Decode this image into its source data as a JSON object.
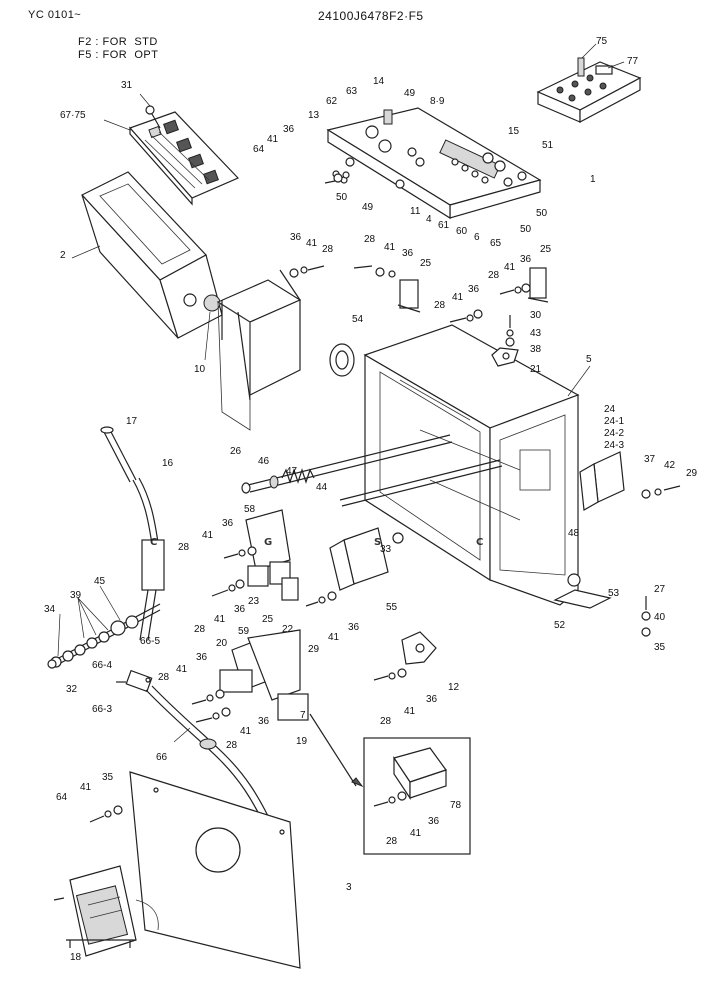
{
  "header": {
    "left": "YC 0101~",
    "center": "24100J6478F2·F5"
  },
  "notes": [
    "F2 : FOR  STD",
    "F5 : FOR  OPT"
  ],
  "watermark": {
    "letters": [
      "C",
      "G",
      "S",
      "C"
    ],
    "colors": [
      "#5b8df5",
      "#ef5a4a",
      "#f4d03f",
      "#3fae7a"
    ]
  },
  "callouts": [
    {
      "id": "c75a",
      "label": "75"
    },
    {
      "id": "c77",
      "label": "77"
    },
    {
      "id": "c31",
      "label": "31"
    },
    {
      "id": "c6775",
      "label": "67·75"
    },
    {
      "id": "c14",
      "label": "14"
    },
    {
      "id": "c63",
      "label": "63"
    },
    {
      "id": "c62",
      "label": "62"
    },
    {
      "id": "c49a",
      "label": "49"
    },
    {
      "id": "c89",
      "label": "8·9"
    },
    {
      "id": "c13",
      "label": "13"
    },
    {
      "id": "c41a",
      "label": "41"
    },
    {
      "id": "c36a",
      "label": "36"
    },
    {
      "id": "c64a",
      "label": "64"
    },
    {
      "id": "c15",
      "label": "15"
    },
    {
      "id": "c51",
      "label": "51"
    },
    {
      "id": "c1",
      "label": "1"
    },
    {
      "id": "c50a",
      "label": "50"
    },
    {
      "id": "c49b",
      "label": "49"
    },
    {
      "id": "c11",
      "label": "11"
    },
    {
      "id": "c4",
      "label": "4"
    },
    {
      "id": "c61",
      "label": "61"
    },
    {
      "id": "c60",
      "label": "60"
    },
    {
      "id": "c6",
      "label": "6"
    },
    {
      "id": "c65",
      "label": "65"
    },
    {
      "id": "c50b",
      "label": "50"
    },
    {
      "id": "c50c",
      "label": "50"
    },
    {
      "id": "c2",
      "label": "2"
    },
    {
      "id": "c36b",
      "label": "36"
    },
    {
      "id": "c41b",
      "label": "41"
    },
    {
      "id": "c28a",
      "label": "28"
    },
    {
      "id": "c28b",
      "label": "28"
    },
    {
      "id": "c41c",
      "label": "41"
    },
    {
      "id": "c36c",
      "label": "36"
    },
    {
      "id": "c25a",
      "label": "25"
    },
    {
      "id": "c25b",
      "label": "25"
    },
    {
      "id": "c36d",
      "label": "36"
    },
    {
      "id": "c41d",
      "label": "41"
    },
    {
      "id": "c28c",
      "label": "28"
    },
    {
      "id": "c36e",
      "label": "36"
    },
    {
      "id": "c41e",
      "label": "41"
    },
    {
      "id": "c28d",
      "label": "28"
    },
    {
      "id": "c10",
      "label": "10"
    },
    {
      "id": "c54",
      "label": "54"
    },
    {
      "id": "c30",
      "label": "30"
    },
    {
      "id": "c43",
      "label": "43"
    },
    {
      "id": "c38",
      "label": "38"
    },
    {
      "id": "c21",
      "label": "21"
    },
    {
      "id": "c5",
      "label": "5"
    },
    {
      "id": "c24",
      "label": "24"
    },
    {
      "id": "c241",
      "label": "24-1"
    },
    {
      "id": "c242",
      "label": "24-2"
    },
    {
      "id": "c243",
      "label": "24-3"
    },
    {
      "id": "c17",
      "label": "17"
    },
    {
      "id": "c16",
      "label": "16"
    },
    {
      "id": "c26",
      "label": "26"
    },
    {
      "id": "c46",
      "label": "46"
    },
    {
      "id": "c47",
      "label": "47"
    },
    {
      "id": "c44",
      "label": "44"
    },
    {
      "id": "c37",
      "label": "37"
    },
    {
      "id": "c42",
      "label": "42"
    },
    {
      "id": "c29a",
      "label": "29"
    },
    {
      "id": "c48",
      "label": "48"
    },
    {
      "id": "c28e",
      "label": "28"
    },
    {
      "id": "c41f",
      "label": "41"
    },
    {
      "id": "c36f",
      "label": "36"
    },
    {
      "id": "c58",
      "label": "58"
    },
    {
      "id": "c33",
      "label": "33"
    },
    {
      "id": "c45",
      "label": "45"
    },
    {
      "id": "c39",
      "label": "39"
    },
    {
      "id": "c34",
      "label": "34"
    },
    {
      "id": "c32",
      "label": "32"
    },
    {
      "id": "c23",
      "label": "23"
    },
    {
      "id": "c28f",
      "label": "28"
    },
    {
      "id": "c41g",
      "label": "41"
    },
    {
      "id": "c36g",
      "label": "36"
    },
    {
      "id": "c25c",
      "label": "25"
    },
    {
      "id": "c22",
      "label": "22"
    },
    {
      "id": "c55",
      "label": "55"
    },
    {
      "id": "c53",
      "label": "53"
    },
    {
      "id": "c52",
      "label": "52"
    },
    {
      "id": "c27",
      "label": "27"
    },
    {
      "id": "c40",
      "label": "40"
    },
    {
      "id": "c35a",
      "label": "35"
    },
    {
      "id": "c29b",
      "label": "29"
    },
    {
      "id": "c41h",
      "label": "41"
    },
    {
      "id": "c36h",
      "label": "36"
    },
    {
      "id": "c665",
      "label": "66-5"
    },
    {
      "id": "c664",
      "label": "66-4"
    },
    {
      "id": "c663",
      "label": "66-3"
    },
    {
      "id": "c59",
      "label": "59"
    },
    {
      "id": "c20",
      "label": "20"
    },
    {
      "id": "c41i",
      "label": "41"
    },
    {
      "id": "c36i",
      "label": "36"
    },
    {
      "id": "c28g",
      "label": "28"
    },
    {
      "id": "c36j",
      "label": "36"
    },
    {
      "id": "c41j",
      "label": "41"
    },
    {
      "id": "c28h",
      "label": "28"
    },
    {
      "id": "c7",
      "label": "7"
    },
    {
      "id": "c19",
      "label": "19"
    },
    {
      "id": "c66",
      "label": "66"
    },
    {
      "id": "c12",
      "label": "12"
    },
    {
      "id": "c36k",
      "label": "36"
    },
    {
      "id": "c41k",
      "label": "41"
    },
    {
      "id": "c28i",
      "label": "28"
    },
    {
      "id": "c41l",
      "label": "41"
    },
    {
      "id": "c35b",
      "label": "35"
    },
    {
      "id": "c64b",
      "label": "64"
    },
    {
      "id": "c78",
      "label": "78"
    },
    {
      "id": "c36l",
      "label": "36"
    },
    {
      "id": "c41m",
      "label": "41"
    },
    {
      "id": "c28j",
      "label": "28"
    },
    {
      "id": "c3",
      "label": "3"
    },
    {
      "id": "c18",
      "label": "18"
    }
  ]
}
